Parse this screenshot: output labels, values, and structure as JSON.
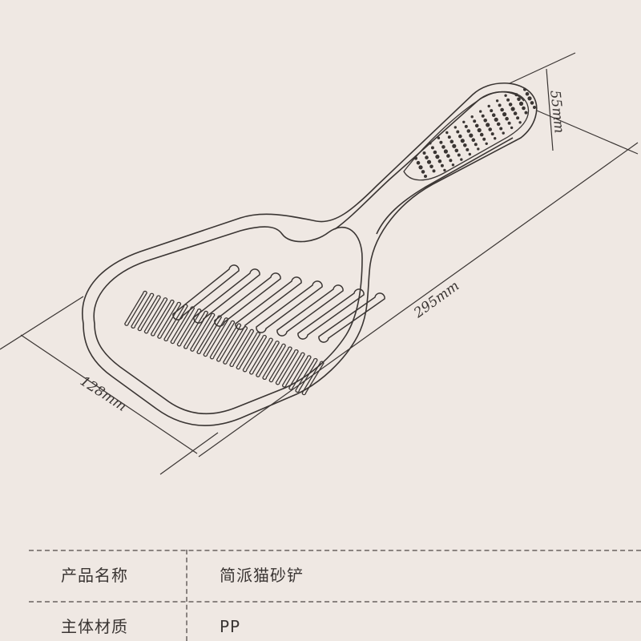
{
  "dimensions": {
    "length": "295mm",
    "width": "128mm",
    "handle_width": "55mm"
  },
  "specs": {
    "rows": [
      {
        "label": "产品名称",
        "value": "简派猫砂铲"
      },
      {
        "label": "主体材质",
        "value": "PP"
      }
    ]
  },
  "colors": {
    "background": "#efe8e3",
    "line": "#3a3533",
    "divider": "#8a8380"
  }
}
